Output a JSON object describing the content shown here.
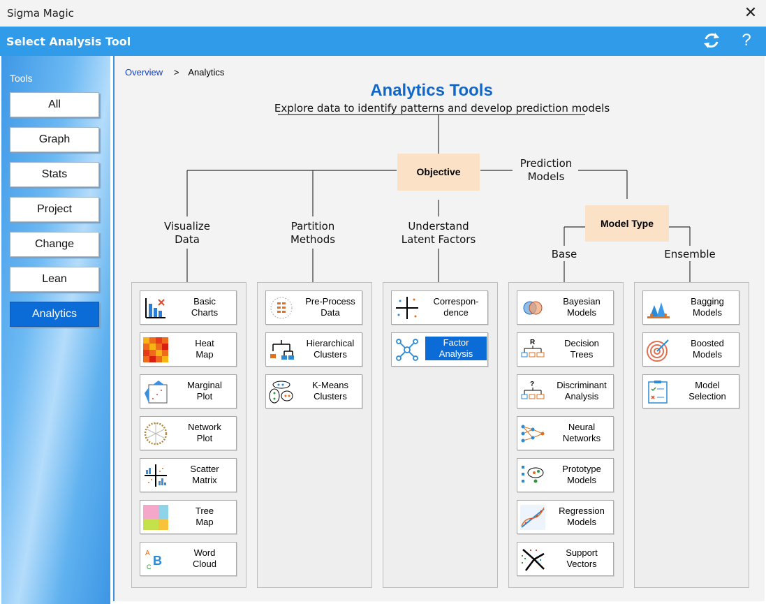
{
  "window": {
    "title": "Sigma Magic",
    "close": "✕"
  },
  "header": {
    "title": "Select Analysis Tool",
    "help": "?"
  },
  "sidebar": {
    "label": "Tools",
    "items": [
      "All",
      "Graph",
      "Stats",
      "Project",
      "Change",
      "Lean",
      "Analytics"
    ],
    "active": "Analytics"
  },
  "breadcrumb": {
    "root": "Overview",
    "sep": ">",
    "current": "Analytics"
  },
  "main": {
    "title": "Analytics Tools",
    "subtitle": "Explore data to identify patterns and develop prediction models",
    "objective": "Objective",
    "prediction": "Prediction\nModels",
    "model_type": "Model Type",
    "categories": {
      "visualize": "Visualize\nData",
      "partition": "Partition\nMethods",
      "latent": "Understand\nLatent Factors",
      "base": "Base",
      "ensemble": "Ensemble"
    }
  },
  "tools": {
    "visualize": [
      "Basic\nCharts",
      "Heat\nMap",
      "Marginal\nPlot",
      "Network\nPlot",
      "Scatter\nMatrix",
      "Tree\nMap",
      "Word\nCloud"
    ],
    "partition": [
      "Pre-Process\nData",
      "Hierarchical\nClusters",
      "K-Means\nClusters"
    ],
    "latent": [
      "Correspon-\ndence",
      "Factor\nAnalysis"
    ],
    "base": [
      "Bayesian\nModels",
      "Decision\nTrees",
      "Discriminant\nAnalysis",
      "Neural\nNetworks",
      "Prototype\nModels",
      "Regression\nModels",
      "Support\nVectors"
    ],
    "ensemble": [
      "Bagging\nModels",
      "Boosted\nModels",
      "Model\nSelection"
    ]
  },
  "icon_text": {
    "tree_letter": "R",
    "question": "?",
    "word_a": "A",
    "word_b": "B",
    "word_c": "C"
  },
  "colors": {
    "accent": "#2f9be9",
    "active": "#0b6cd8",
    "title": "#1167c9",
    "box": "#fbe2c7"
  }
}
